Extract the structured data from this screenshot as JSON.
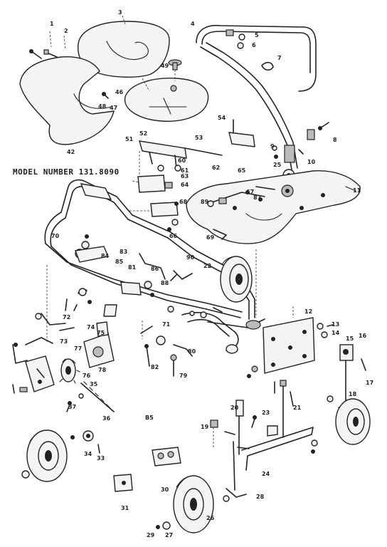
{
  "model_text": "MODEL NUMBER 131.8090",
  "figure_code": "B5",
  "callouts": [
    {
      "id": "l1",
      "text": "1"
    },
    {
      "id": "l2",
      "text": "2"
    },
    {
      "id": "l3",
      "text": "3"
    },
    {
      "id": "l4",
      "text": "4"
    },
    {
      "id": "l5",
      "text": "5"
    },
    {
      "id": "l6",
      "text": "6"
    },
    {
      "id": "l7",
      "text": "7"
    },
    {
      "id": "l8",
      "text": "8"
    },
    {
      "id": "l9",
      "text": "9"
    },
    {
      "id": "l10",
      "text": "10"
    },
    {
      "id": "l11",
      "text": "11"
    },
    {
      "id": "l12",
      "text": "12"
    },
    {
      "id": "l13",
      "text": "13"
    },
    {
      "id": "l14",
      "text": "14"
    },
    {
      "id": "l15",
      "text": "15"
    },
    {
      "id": "l16",
      "text": "16"
    },
    {
      "id": "l17",
      "text": "17"
    },
    {
      "id": "l18",
      "text": "18"
    },
    {
      "id": "l19",
      "text": "19"
    },
    {
      "id": "l20",
      "text": "20"
    },
    {
      "id": "l21",
      "text": "21"
    },
    {
      "id": "l22",
      "text": "22"
    },
    {
      "id": "l23",
      "text": "23"
    },
    {
      "id": "l24",
      "text": "24"
    },
    {
      "id": "l25",
      "text": "25"
    },
    {
      "id": "l26",
      "text": "26"
    },
    {
      "id": "l27",
      "text": "27"
    },
    {
      "id": "l28",
      "text": "28"
    },
    {
      "id": "l29",
      "text": "29"
    },
    {
      "id": "l30",
      "text": "30"
    },
    {
      "id": "l31",
      "text": "31"
    },
    {
      "id": "l33",
      "text": "33"
    },
    {
      "id": "l34",
      "text": "34"
    },
    {
      "id": "l35",
      "text": "35"
    },
    {
      "id": "l36",
      "text": "36"
    },
    {
      "id": "l37",
      "text": "37"
    },
    {
      "id": "l42",
      "text": "42"
    },
    {
      "id": "l46",
      "text": "46"
    },
    {
      "id": "l47",
      "text": "47"
    },
    {
      "id": "l48",
      "text": "48"
    },
    {
      "id": "l49",
      "text": "49"
    },
    {
      "id": "l51",
      "text": "51"
    },
    {
      "id": "l52",
      "text": "52"
    },
    {
      "id": "l53",
      "text": "53"
    },
    {
      "id": "l54",
      "text": "54"
    },
    {
      "id": "l60",
      "text": "60"
    },
    {
      "id": "l61",
      "text": "61"
    },
    {
      "id": "l62",
      "text": "62"
    },
    {
      "id": "l63",
      "text": "63"
    },
    {
      "id": "l64",
      "text": "64"
    },
    {
      "id": "l65",
      "text": "65"
    },
    {
      "id": "l66",
      "text": "66"
    },
    {
      "id": "l67",
      "text": "67"
    },
    {
      "id": "l68",
      "text": "68"
    },
    {
      "id": "l69",
      "text": "69"
    },
    {
      "id": "l70",
      "text": "70"
    },
    {
      "id": "l71",
      "text": "71"
    },
    {
      "id": "l72",
      "text": "72"
    },
    {
      "id": "l73",
      "text": "73"
    },
    {
      "id": "l74",
      "text": "74"
    },
    {
      "id": "l75",
      "text": "75"
    },
    {
      "id": "l76",
      "text": "76"
    },
    {
      "id": "l77",
      "text": "77"
    },
    {
      "id": "l78",
      "text": "78"
    },
    {
      "id": "l79",
      "text": "79"
    },
    {
      "id": "l80",
      "text": "80"
    },
    {
      "id": "l81",
      "text": "81"
    },
    {
      "id": "l82",
      "text": "82"
    },
    {
      "id": "l83",
      "text": "83"
    },
    {
      "id": "l84",
      "text": "84"
    },
    {
      "id": "l85",
      "text": "85"
    },
    {
      "id": "l86",
      "text": "86"
    },
    {
      "id": "l87",
      "text": "87"
    },
    {
      "id": "l88",
      "text": "88"
    },
    {
      "id": "l89",
      "text": "89"
    },
    {
      "id": "l90",
      "text": "90"
    }
  ]
}
